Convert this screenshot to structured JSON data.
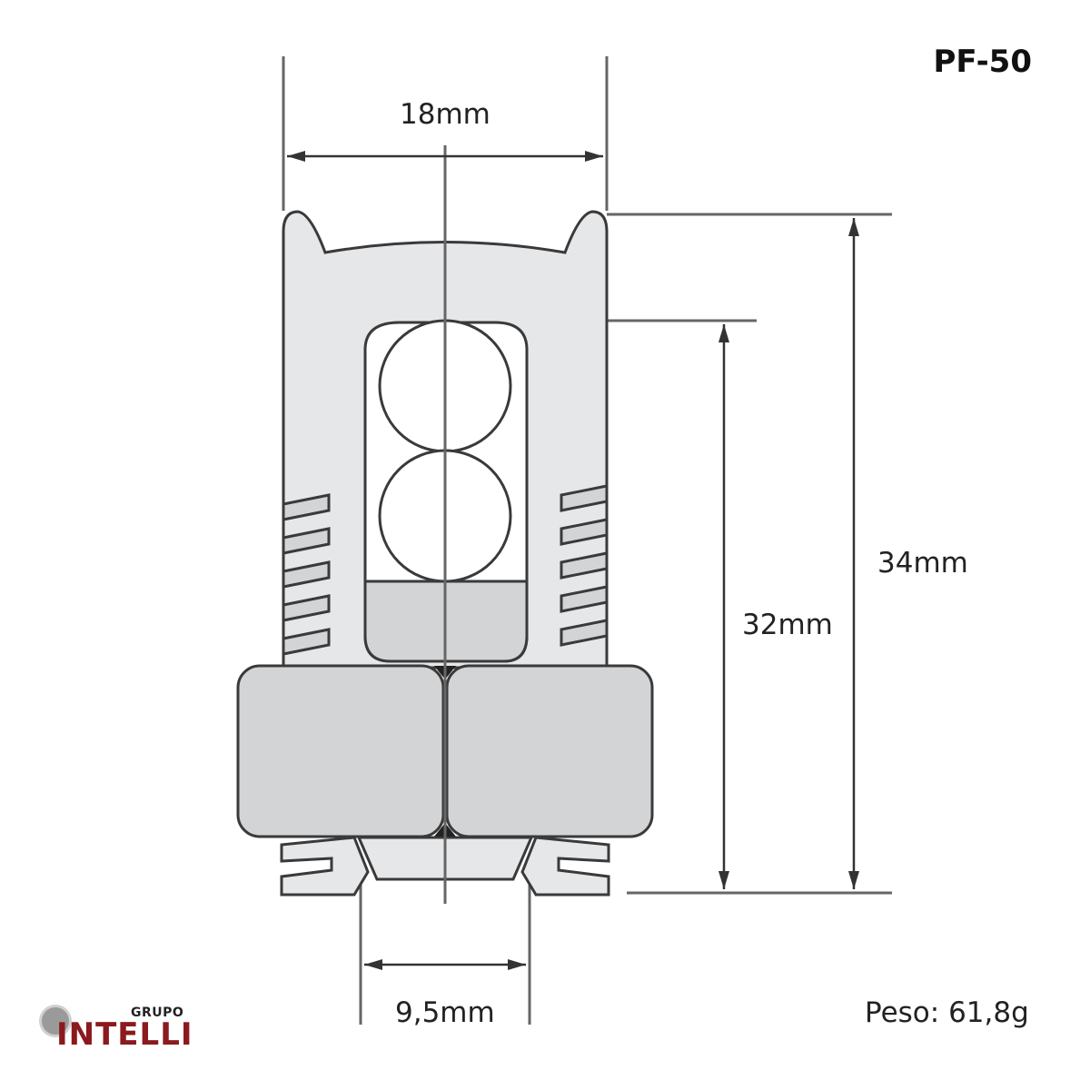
{
  "title": "PF-50",
  "brand": {
    "group_label": "GRUPO",
    "name": "INTELLI",
    "primary_color": "#8b1a1f",
    "icon": "gray-circle-logo-icon"
  },
  "dimensions": {
    "width_top": "18mm",
    "height_total": "34mm",
    "height_inner": "32mm",
    "width_bottom": "9,5mm"
  },
  "weight": "Peso: 61,8g",
  "colors": {
    "body_fill": "#e6e7e8",
    "nut_fill": "#d3d4d6",
    "outline": "#3a3a3a",
    "dimension_line": "#555555"
  }
}
